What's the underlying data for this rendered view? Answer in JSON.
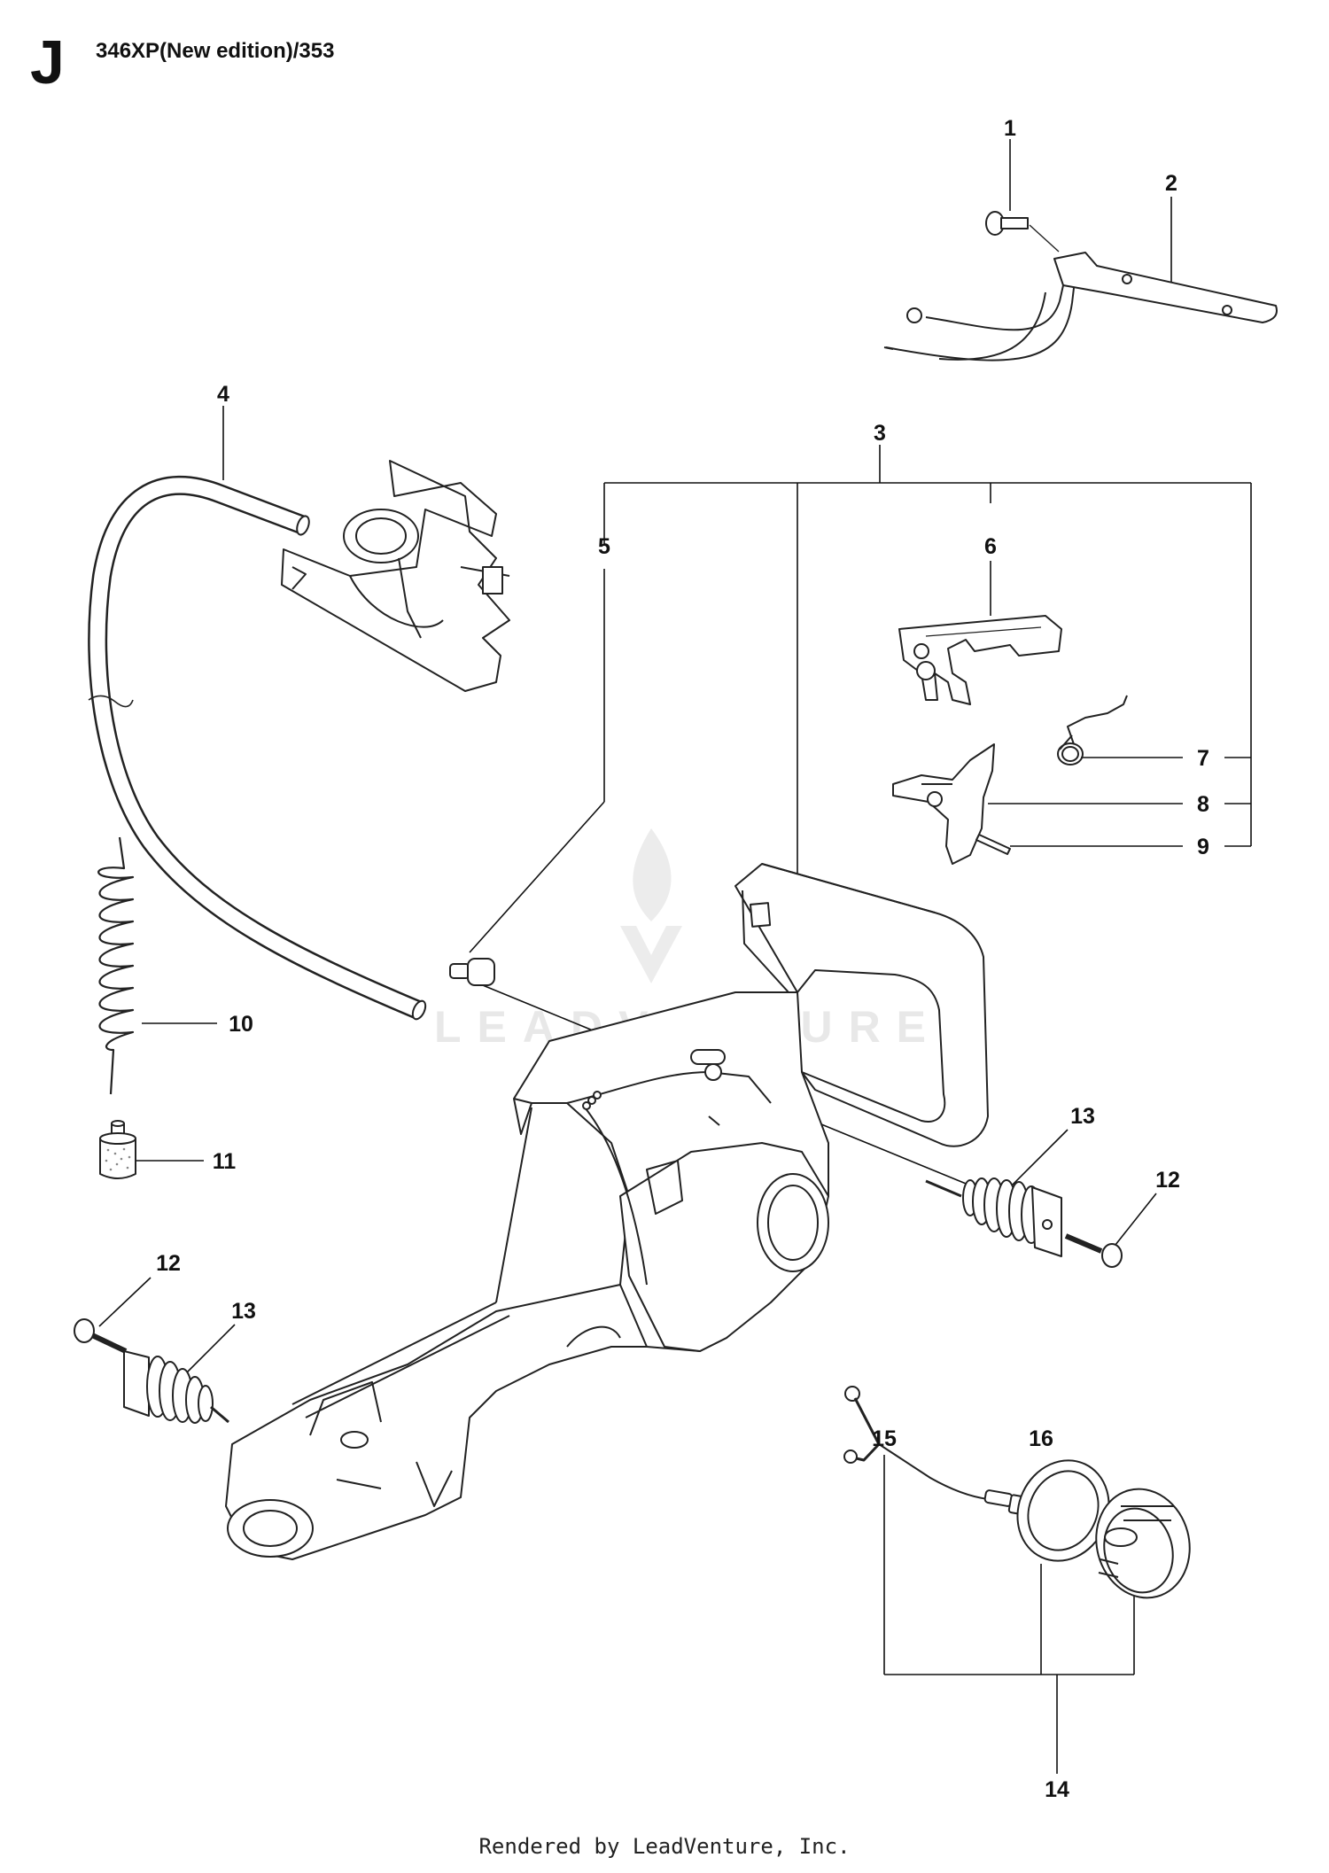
{
  "header": {
    "section_letter": "J",
    "model_title": "346XP(New edition)/353"
  },
  "watermark": {
    "text": "LEADVENTURE"
  },
  "footer": {
    "text": "Rendered by LeadVenture, Inc."
  },
  "callouts": [
    "1",
    "2",
    "3",
    "4",
    "5",
    "6",
    "7",
    "8",
    "9",
    "10",
    "11",
    "12",
    "13",
    "12",
    "13",
    "14",
    "15",
    "16"
  ]
}
